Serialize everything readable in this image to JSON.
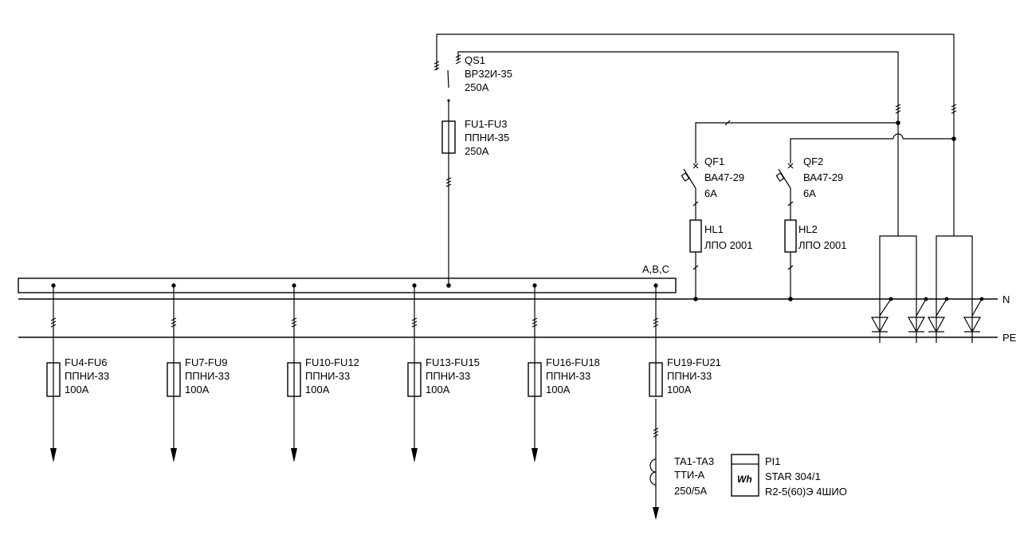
{
  "bus": {
    "phase_label": "A,B,C",
    "n_label": "N",
    "pe_label": "PE"
  },
  "switch_qs1": {
    "lines": [
      "QS1",
      "ВР32И-35",
      "250А"
    ]
  },
  "fuses_main": {
    "lines": [
      "FU1-FU3",
      "ППНИ-35",
      "250А"
    ]
  },
  "breaker_qf1": {
    "lines": [
      "QF1",
      "ВА47-29",
      "6А"
    ]
  },
  "breaker_qf2": {
    "lines": [
      "QF2",
      "ВА47-29",
      "6А"
    ]
  },
  "lamp_hl1": {
    "lines": [
      "HL1",
      "ЛПО 2001"
    ]
  },
  "lamp_hl2": {
    "lines": [
      "HL2",
      "ЛПО 2001"
    ]
  },
  "feeders": [
    {
      "lines": [
        "FU4-FU6",
        "ППНИ-33",
        "100А"
      ]
    },
    {
      "lines": [
        "FU7-FU9",
        "ППНИ-33",
        "100А"
      ]
    },
    {
      "lines": [
        "FU10-FU12",
        "ППНИ-33",
        "100А"
      ]
    },
    {
      "lines": [
        "FU13-FU15",
        "ППНИ-33",
        "100А"
      ]
    },
    {
      "lines": [
        "FU16-FU18",
        "ППНИ-33",
        "100А"
      ]
    },
    {
      "lines": [
        "FU19-FU21",
        "ППНИ-33",
        "100А"
      ]
    }
  ],
  "current_transformer": {
    "lines": [
      "TA1-TA3",
      "ТТИ-А",
      "250/5А"
    ]
  },
  "meter": {
    "symbol": "Wh",
    "lines": [
      "PI1",
      "STAR 304/1",
      "R2-5(60)Э 4ШИО"
    ]
  }
}
